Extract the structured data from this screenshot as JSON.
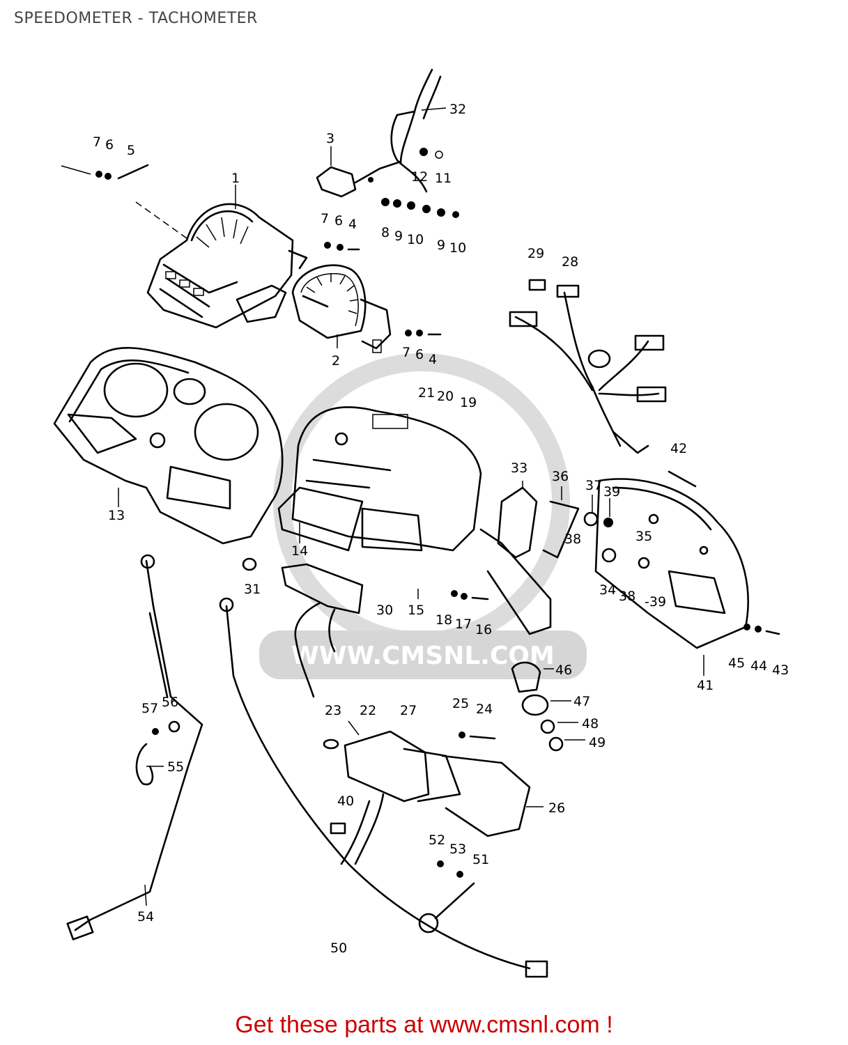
{
  "title": "SPEEDOMETER - TACHOMETER",
  "watermark": "WWW.CMSNL.COM",
  "footer": {
    "text": "Get these parts at www.cmsnl.com !",
    "color": "#cc0000"
  },
  "part_labels": {
    "p1": "1",
    "p2": "2",
    "p3": "3",
    "p4a": "4",
    "p4b": "4",
    "p5": "5",
    "p6a": "6",
    "p6b": "6",
    "p6c": "6",
    "p7a": "7",
    "p7b": "7",
    "p7c": "7",
    "p8": "8",
    "p9a": "9",
    "p9b": "9",
    "p10a": "10",
    "p10b": "10",
    "p11": "11",
    "p12": "12",
    "p13": "13",
    "p14": "14",
    "p15": "15",
    "p16": "16",
    "p17": "17",
    "p18": "18",
    "p19": "19",
    "p20": "20",
    "p21": "21",
    "p22": "22",
    "p23": "23",
    "p24": "24",
    "p25": "25",
    "p26": "26",
    "p27": "27",
    "p28": "28",
    "p29": "29",
    "p30": "30",
    "p31": "31",
    "p32": "32",
    "p33": "33",
    "p34": "34",
    "p35": "35",
    "p36": "36",
    "p37": "37",
    "p38a": "38",
    "p38b": "38",
    "p39a": "39",
    "p39b": "-39",
    "p40": "40",
    "p41": "41",
    "p42": "42",
    "p43": "43",
    "p44": "44",
    "p45": "45",
    "p46": "46",
    "p47": "47",
    "p48": "48",
    "p49": "49",
    "p50": "50",
    "p51": "51",
    "p52": "52",
    "p53": "53",
    "p54": "54",
    "p55": "55",
    "p56": "56",
    "p57": "57"
  }
}
